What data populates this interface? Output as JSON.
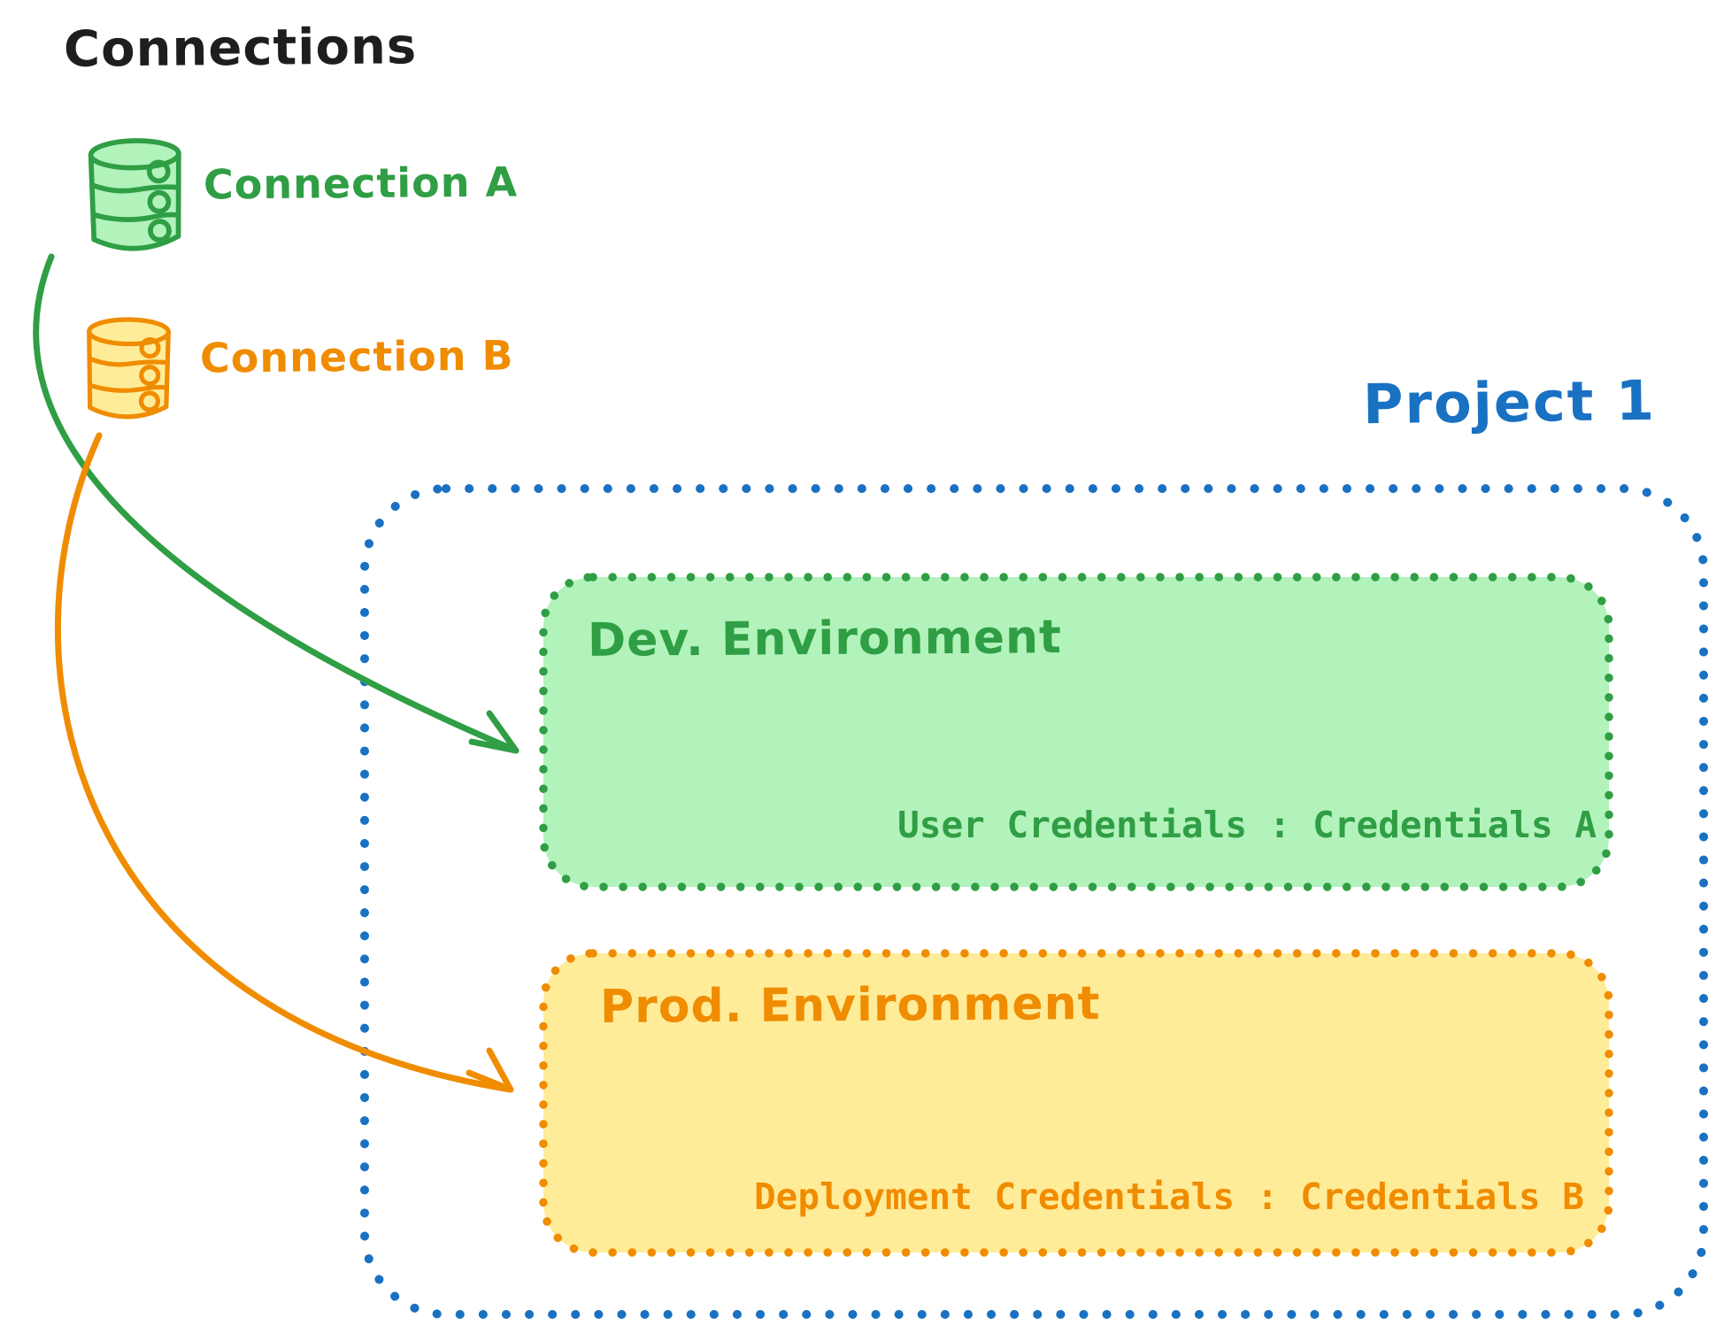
{
  "palette": {
    "black": "#1e1e1e",
    "green": "#2f9e44",
    "green_fill": "#b2f2bb",
    "orange": "#f08c00",
    "orange_fill": "#ffec99",
    "blue": "#1971c2"
  },
  "header": {
    "title": "Connections"
  },
  "connections": [
    {
      "label": "Connection A",
      "icon": "database-icon",
      "color": "#2f9e44"
    },
    {
      "label": "Connection B",
      "icon": "database-icon",
      "color": "#f08c00"
    }
  ],
  "project": {
    "title": "Project 1",
    "environments": [
      {
        "name": "Dev. Environment",
        "credentials_label": "User Credentials : Credentials A",
        "stroke": "#2f9e44",
        "fill": "#b2f2bb"
      },
      {
        "name": "Prod. Environment",
        "credentials_label": "Deployment Credentials : Credentials B",
        "stroke": "#f08c00",
        "fill": "#ffec99"
      }
    ]
  },
  "arrows": [
    {
      "name": "connection-a-to-dev",
      "color": "#2f9e44"
    },
    {
      "name": "connection-b-to-prod",
      "color": "#f08c00"
    }
  ]
}
